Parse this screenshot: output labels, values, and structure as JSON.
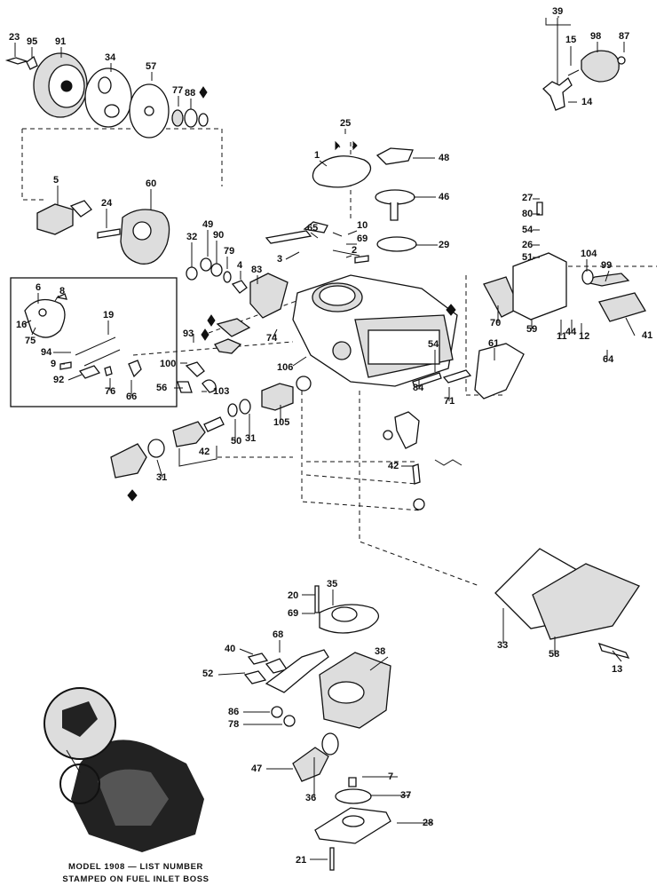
{
  "callouts": [
    "23",
    "95",
    "91",
    "34",
    "57",
    "77",
    "88",
    "39",
    "15",
    "98",
    "87",
    "14",
    "25",
    "1",
    "48",
    "5",
    "60",
    "24",
    "46",
    "27",
    "80",
    "54",
    "26",
    "51",
    "49",
    "90",
    "32",
    "79",
    "4",
    "83",
    "65",
    "10",
    "69",
    "2",
    "3",
    "29",
    "104",
    "99",
    "6",
    "8",
    "16",
    "75",
    "19",
    "94",
    "9",
    "92",
    "76",
    "66",
    "93",
    "74",
    "100",
    "56",
    "103",
    "70",
    "59",
    "11",
    "44",
    "12",
    "41",
    "64",
    "106",
    "54",
    "84",
    "71",
    "61",
    "105",
    "42",
    "31",
    "50",
    "31",
    "42",
    "20",
    "35",
    "69",
    "68",
    "40",
    "52",
    "38",
    "86",
    "78",
    "47",
    "7",
    "36",
    "37",
    "28",
    "21",
    "33",
    "58",
    "13"
  ],
  "caption": {
    "line1": "MODEL 1908 — LIST NUMBER",
    "line2": "STAMPED ON FUEL INLET BOSS"
  }
}
